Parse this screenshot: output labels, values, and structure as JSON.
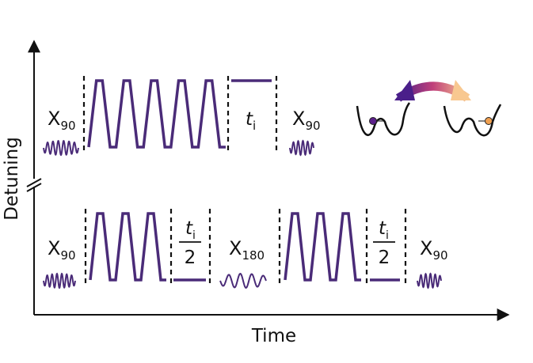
{
  "axes": {
    "xlabel": "Time",
    "ylabel": "Detuning"
  },
  "top_sequence": {
    "pulse1": {
      "name": "X",
      "sub": "90"
    },
    "wait": {
      "sym": "t",
      "sub": "i"
    },
    "pulse2": {
      "name": "X",
      "sub": "90"
    }
  },
  "bottom_sequence": {
    "pulse1": {
      "name": "X",
      "sub": "90"
    },
    "wait1": {
      "sym": "t",
      "sub": "i",
      "den": "2"
    },
    "pulse2": {
      "name": "X",
      "sub": "180"
    },
    "wait2": {
      "sym": "t",
      "sub": "i",
      "den": "2"
    },
    "pulse3": {
      "name": "X",
      "sub": "90"
    }
  },
  "colors": {
    "trace": "#4a2b78",
    "axis": "#111111",
    "well_left_particle": "#5b1f8a",
    "well_right_particle": "#f0a050",
    "arrow_start": "#4a1f8a",
    "arrow_mid": "#c0407a",
    "arrow_end": "#f8c890"
  },
  "icons": {
    "double_well": "double-well-potential-icon",
    "arrow": "curved-double-arrow-icon"
  }
}
